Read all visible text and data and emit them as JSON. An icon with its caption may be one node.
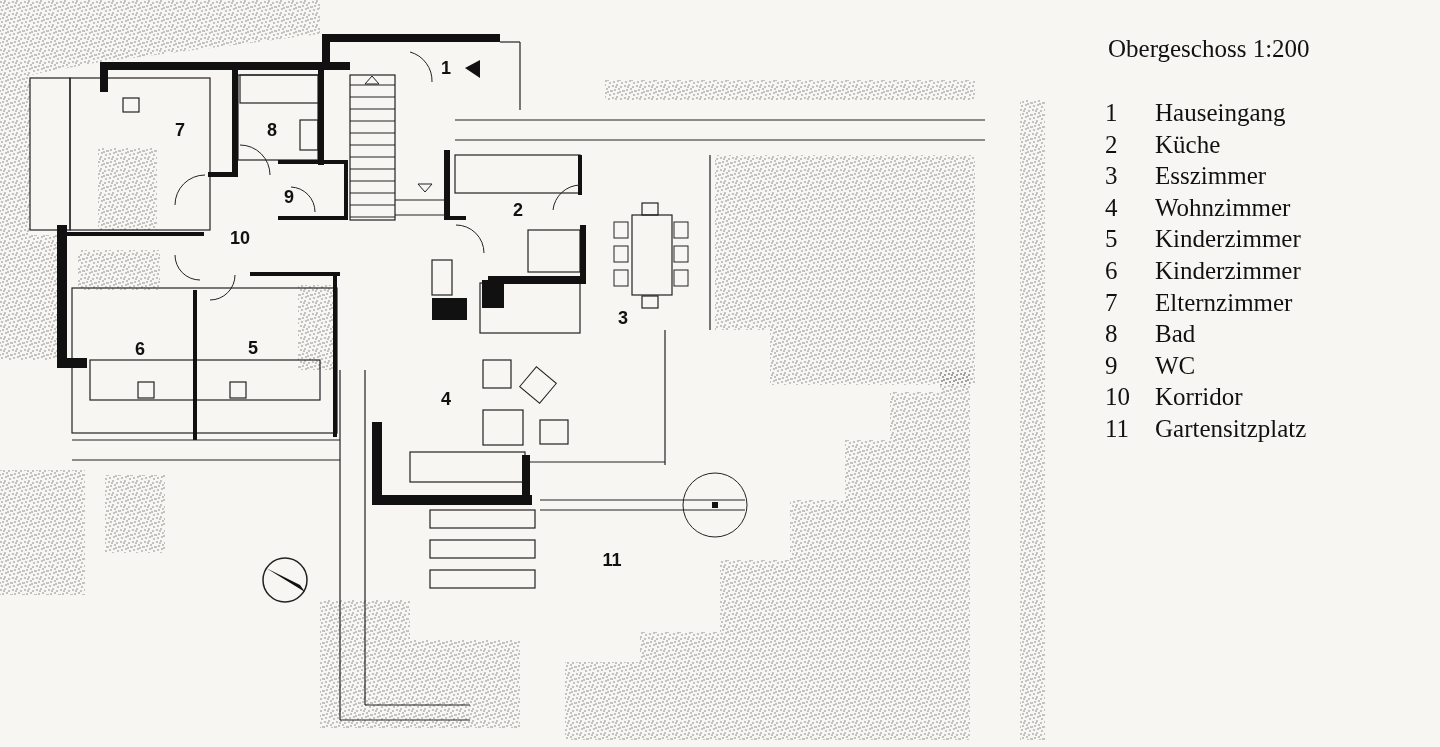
{
  "diagram": {
    "title": "Obergeschoss 1:200",
    "labels": [
      "1",
      "7",
      "8",
      "9",
      "2",
      "10",
      "3",
      "6",
      "5",
      "4",
      "11",
      "1",
      "Hauseingang",
      "2",
      "Küche",
      "3",
      "Esszimmer",
      "4",
      "Wohnzimmer",
      "5",
      "Kinderzimmer",
      "6",
      "Kinderzimmer",
      "7",
      "Elternzimmer",
      "8",
      "Bad",
      "9",
      "WC",
      "10",
      "Korridor",
      "11",
      "Gartensitzplatz"
    ]
  }
}
